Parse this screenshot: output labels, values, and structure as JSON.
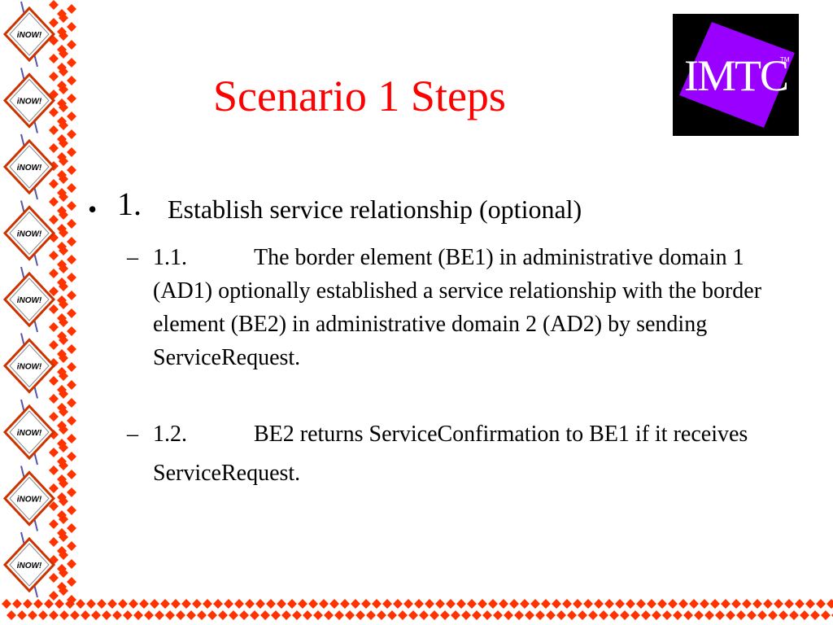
{
  "title": "Scenario 1 Steps",
  "logo": {
    "text": "IMTC",
    "tm": "TM",
    "colors": {
      "background": "#000000",
      "panel": "#9900ff",
      "text": "#ffffff"
    }
  },
  "border": {
    "badge_text": "iNOW!",
    "colors": {
      "diamond": "#ff3300",
      "badge_outline": "#cc3300",
      "badge_line": "#5555aa"
    }
  },
  "bullets": [
    {
      "bullet": "•",
      "number": "1.",
      "text": "Establish service relationship (optional)",
      "sub": [
        {
          "dash": "–",
          "number": "1.1.",
          "text": "The border element (BE1) in administrative domain 1 (AD1) optionally established a service relationship with the border element  (BE2) in administrative domain 2 (AD2) by sending ServiceRequest."
        },
        {
          "dash": "–",
          "number": "1.2.",
          "text": "BE2 returns ServiceConfirmation to BE1 if it receives ServiceRequest."
        }
      ]
    }
  ],
  "colors": {
    "title": "#ff0000",
    "text": "#000000"
  }
}
